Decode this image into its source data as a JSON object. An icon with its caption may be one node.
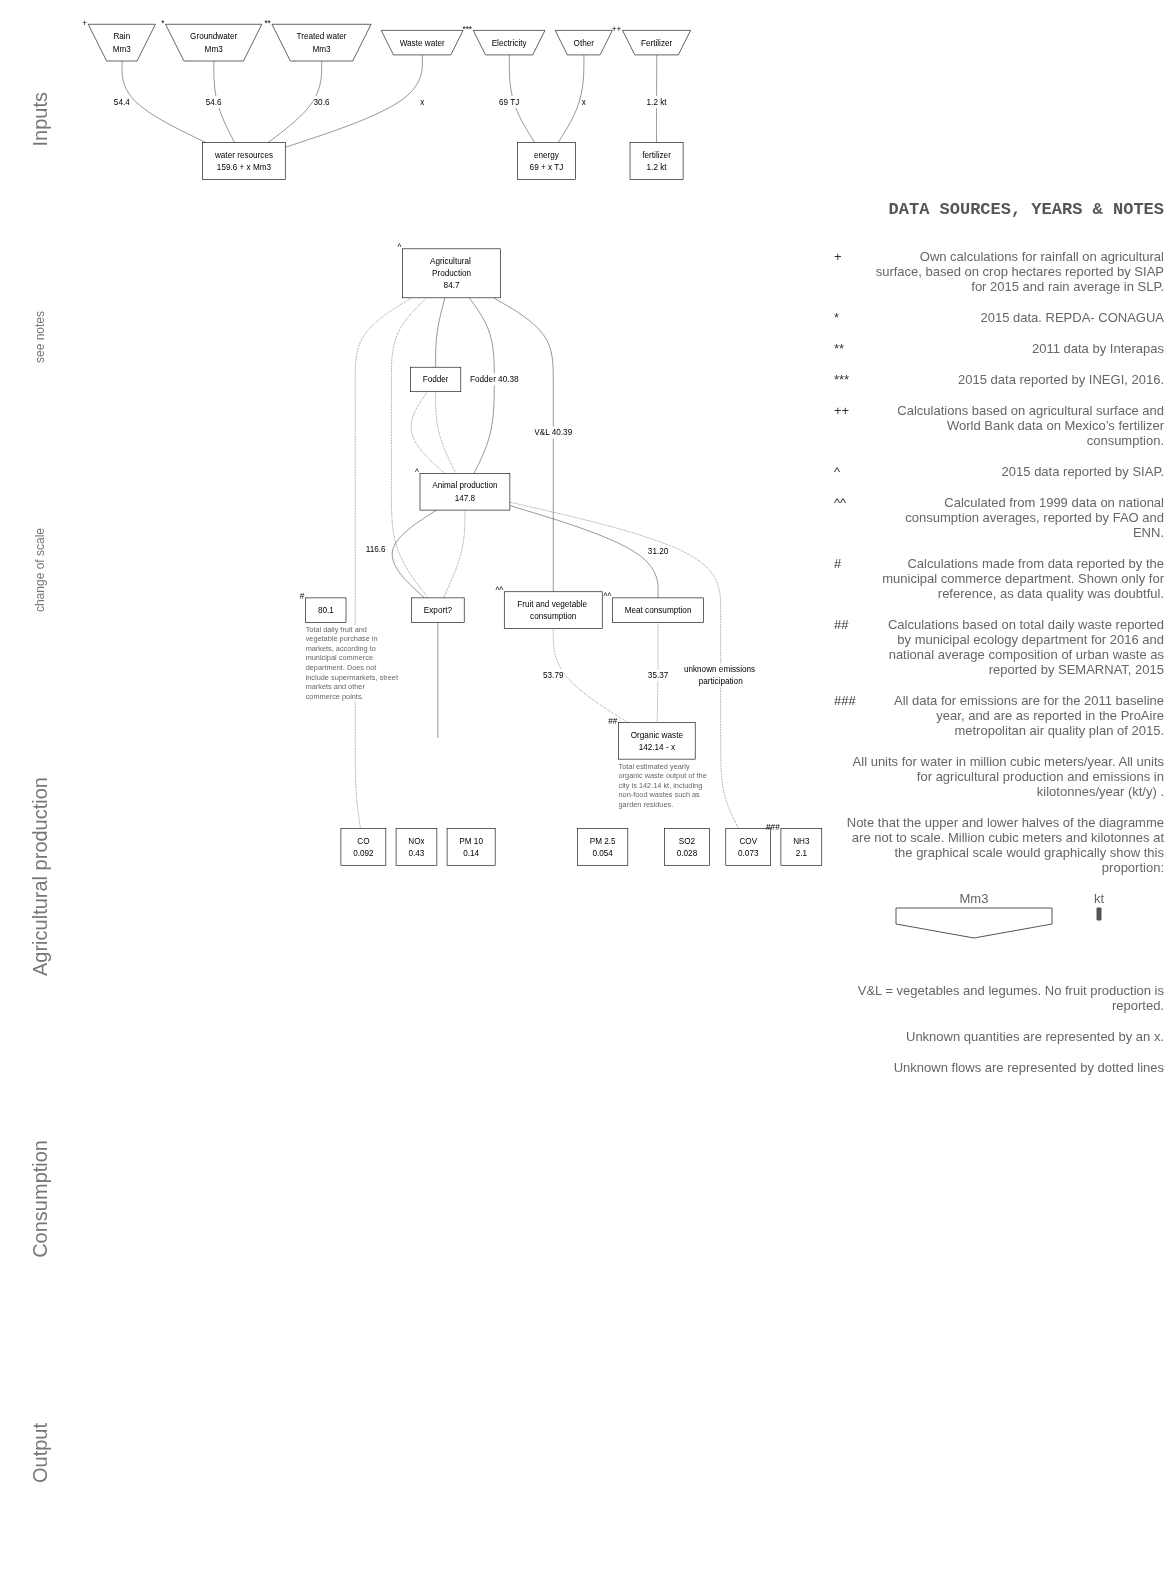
{
  "diagram": {
    "nodes": [
      {
        "text": [
          "Rain",
          "Mm3"
        ],
        "beside": [
          "+"
        ]
      },
      {
        "text": [
          "Groundwater",
          "Mm3"
        ],
        "beside": [
          "*"
        ]
      },
      {
        "text": [
          "Treated water",
          "Mm3"
        ],
        "beside": [
          "**"
        ]
      },
      {
        "text": [
          "Waste water"
        ]
      },
      {
        "text": [
          "Electricity"
        ],
        "beside": [
          "***"
        ]
      },
      {
        "text": [
          "Other"
        ]
      },
      {
        "text": [
          "Fertilizer"
        ],
        "beside": [
          "++"
        ]
      },
      {
        "text": [
          "water resources",
          "159.6 + x Mm3"
        ]
      },
      {
        "text": [
          "energy",
          "69 + x TJ"
        ]
      },
      {
        "text": [
          "fertilizer",
          "1.2 kt"
        ]
      },
      {
        "text": [
          "Agricultural Production",
          "84.7"
        ],
        "beside": [
          "^"
        ]
      },
      {
        "text": [
          "Animal production",
          "147.8"
        ],
        "beside": [
          "^"
        ]
      },
      {
        "text": [
          "Fodder"
        ]
      },
      {
        "text": [
          "80.1"
        ],
        "beside": [
          "#",
          "Total daily fruit and vegetable purchase in markets, according to municipal commerce department. Does not include supermarkets, street markets and other commerce points."
        ]
      },
      {
        "text": [
          "Fruit and vegetable consumption"
        ],
        "beside": [
          "^^"
        ]
      },
      {
        "text": [
          "Meat consumption"
        ],
        "beside": [
          "^^"
        ]
      },
      {
        "text": [
          "Export?"
        ]
      },
      {
        "text": [
          "Organic waste",
          "142.14 - x"
        ],
        "beside": [
          "##",
          "Total estimated yearly organic waste output of the city is 142.14 kt, including non-food wastes such as garden residues."
        ]
      },
      {
        "text": [
          "CO",
          "0.092"
        ]
      },
      {
        "text": [
          "NOx",
          "0.43"
        ]
      },
      {
        "text": [
          "PM 10",
          "0.14"
        ]
      },
      {
        "text": [
          "PM 2.5",
          "0.054"
        ]
      },
      {
        "text": [
          "SO2",
          "0.028"
        ]
      },
      {
        "text": [
          "COV",
          "0.073"
        ]
      },
      {
        "text": [
          "NH3",
          "2.1"
        ],
        "beside": [
          "###"
        ]
      }
    ],
    "edges": [
      {
        "from": 0,
        "to": 7,
        "arrow": "none",
        "label": "54.4"
      },
      {
        "from": 1,
        "to": 7,
        "arrow": "none",
        "label": "54.6"
      },
      {
        "from": 2,
        "to": 7,
        "arrow": "none",
        "label": "30.6"
      },
      {
        "from": 3,
        "to": 7,
        "arrow": "none",
        "label": "x"
      },
      {
        "from": 4,
        "to": 8,
        "arrow": "none",
        "label": "69 TJ"
      },
      {
        "from": 5,
        "to": 8,
        "arrow": "none",
        "label": "x"
      },
      {
        "from": 6,
        "to": 9,
        "arrow": "none",
        "label": "1.2 kt"
      },
      {
        "from": 10,
        "to": 12,
        "arrow": "none"
      },
      {
        "from": 12,
        "to": 11,
        "arrow": "none",
        "style": "dashed"
      },
      {
        "from": 12,
        "to": 11,
        "arrow": "none",
        "style": "dashed"
      },
      {
        "from": 10,
        "to": 14,
        "arrow": "none",
        "label": "V&L 40.39"
      },
      {
        "from": 10,
        "to": 11,
        "arrow": "none",
        "label": "Fodder 40.38"
      },
      {
        "from": 11,
        "to": 15,
        "arrow": "none",
        "label": "31.20"
      },
      {
        "from": 11,
        "to": 16,
        "arrow": "none",
        "label": "116.6"
      },
      {
        "from": 10,
        "to": 16,
        "arrow": "none",
        "style": "dashed"
      },
      {
        "from": 11,
        "to": 16,
        "arrow": "none",
        "style": "dashed"
      },
      {
        "from": 10,
        "to": 18,
        "arrow": "none",
        "style": "dashed"
      },
      {
        "from": 11,
        "to": 23,
        "arrow": "none",
        "style": "dashed",
        "label": "unknown emissions participation"
      },
      {
        "from": 16,
        "to": null,
        "arrow": "none"
      },
      {
        "from": 14,
        "to": 17,
        "arrow": "none",
        "style": "dashed",
        "label": "53.79"
      },
      {
        "from": 15,
        "to": 17,
        "arrow": "none",
        "style": "dashed",
        "label": "35.37"
      }
    ],
    "labels": [
      "Inputs",
      "change of scale",
      "see notes",
      "Agricultural production",
      "Consumption",
      "Output",
      "DATA SOURCES, YEARS & NOTES",
      "+",
      "Own calculations for rainfall on agricultural surface, based on crop hectares reported by SIAP for 2015 and rain average in SLP.",
      "*",
      "2015 data. REPDA- CONAGUA",
      "**",
      "2011 data by Interapas",
      "***",
      "2015  data reported by INEGI, 2016.",
      "++",
      "Calculations based on agricultural surface and World Bank data on Mexico’s fertilizer consumption.",
      "^",
      "2015 data reported by SIAP.",
      "^^",
      "Calculated from 1999 data on national consumption averages, reported by FAO and ENN.",
      "#",
      "Calculations made from data reported by the municipal commerce department. Shown only for reference, as data quality was doubtful.",
      "##",
      "Calculations based on total daily waste reported by municipal ecology department for 2016 and national average composition of urban waste as reported by SEMARNAT, 2015",
      "###",
      "All data for emissions are for the 2011 baseline year, and are as reported in the ProAire metropolitan air quality plan of 2015.",
      "All units for water in million cubic meters/year. All units for agricultural production and emissions in kilotonnes/year (kt/y) .",
      "Note that the upper and lower halves of the diagramme are not to scale. Million cubic meters and kilotonnes at the graphical scale would graphically show this proportion:",
      "Mm3",
      "kt",
      "V&L = vegetables and legumes. No fruit production is reported.",
      "Unknown quantities are represented by an x.",
      "Unknown flows are represented by dotted lines"
    ]
  }
}
